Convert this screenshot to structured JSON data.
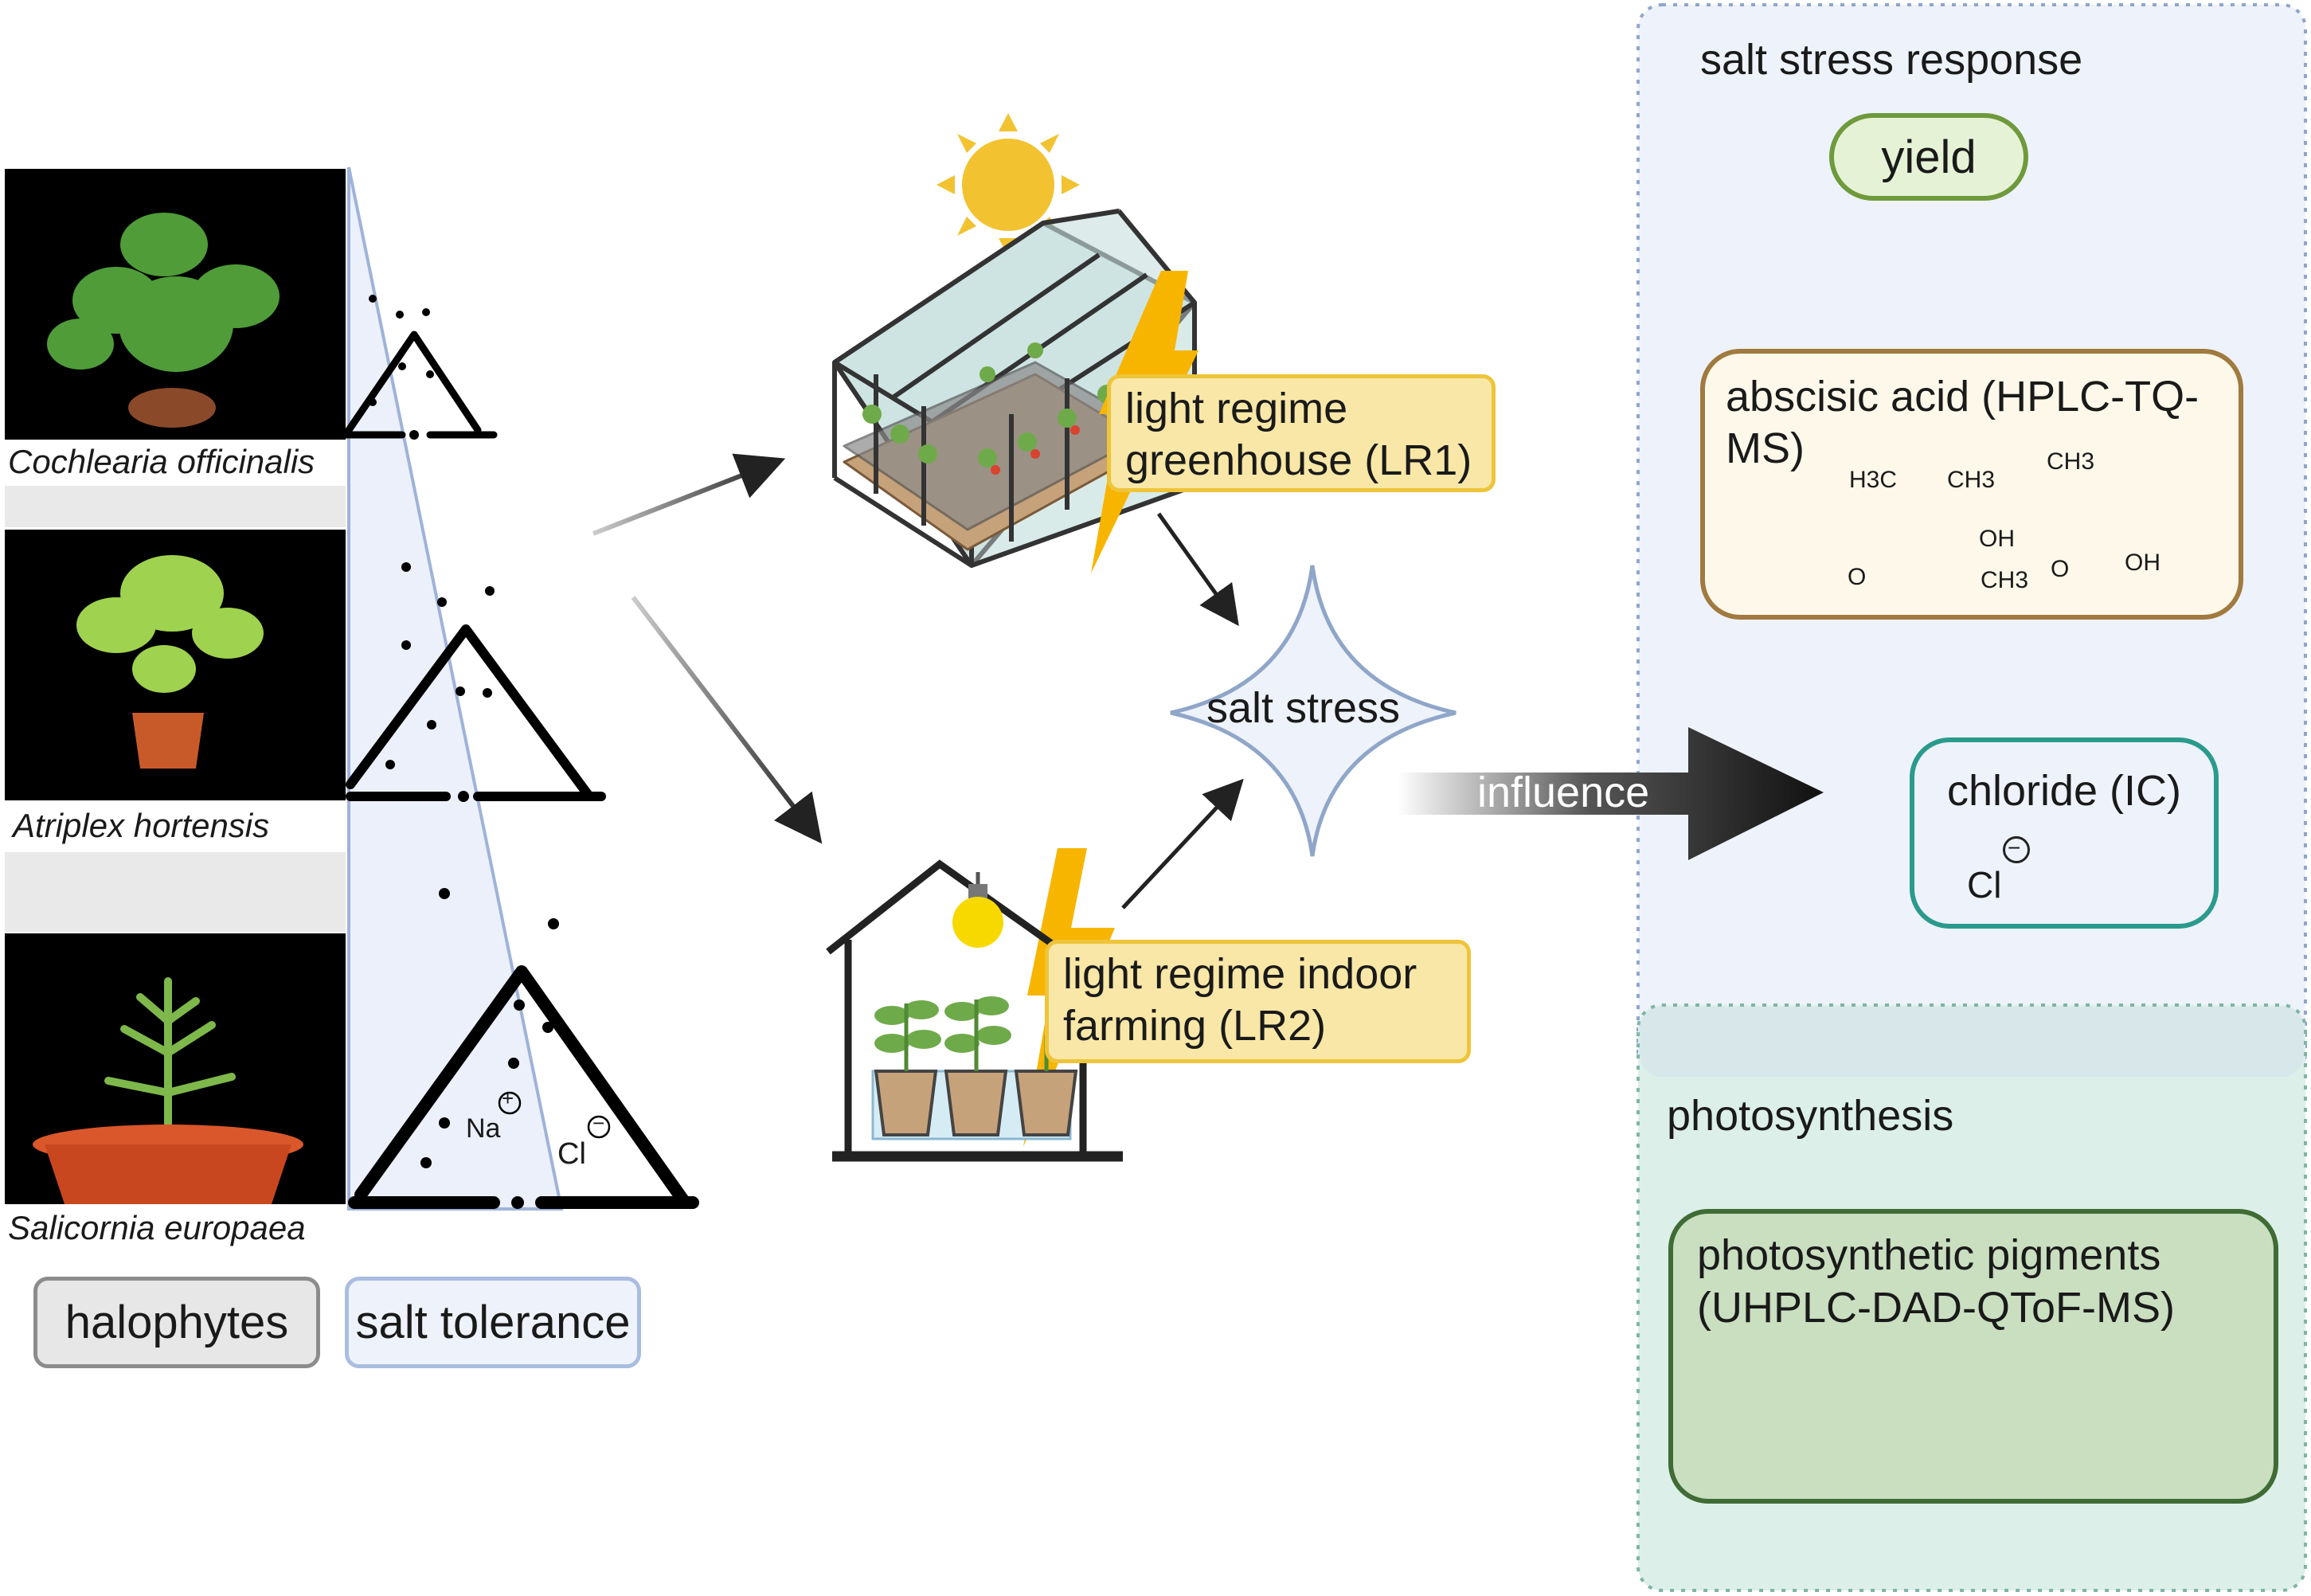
{
  "species": [
    "Cochlearia officinalis",
    "Atriplex hortensis",
    "Salicornia europaea"
  ],
  "legend": {
    "halophytes": "halophytes",
    "salt_tolerance": "salt tolerance"
  },
  "ions": {
    "na": "Na",
    "cl": "Cl",
    "plus": "+",
    "minus": "−"
  },
  "light_regimes": {
    "lr1": "light regime greenhouse (LR1)",
    "lr2": "light regime indoor farming (LR2)"
  },
  "stress": {
    "label": "salt stress",
    "arrow_label": "influence"
  },
  "response": {
    "title": "salt stress response",
    "yield": "yield",
    "aba": "abscisic acid (HPLC-TQ-MS)",
    "chloride": "chloride (IC)",
    "chloride_ion": "Cl"
  },
  "photosynthesis": {
    "title": "photosynthesis",
    "pigments": "photosynthetic pigments (UHPLC-DAD-QToF-MS)"
  },
  "aba_structure": {
    "h3c": "H3C",
    "ch3_top": "CH3",
    "ch3_right": "CH3",
    "ch3_ring": "CH3",
    "oh_ring": "OH",
    "oh_acid": "OH",
    "o_ketone": "O",
    "o_acid": "O"
  },
  "colors": {
    "response_bg": "#eef2fa",
    "response_border": "#8fa6c9",
    "photo_bg": "#dcefe9",
    "photo_border": "#7fb4a6",
    "yield_border": "#6e9a3c",
    "yield_bg": "#e6f2d6",
    "aba_border": "#a07a3e",
    "aba_bg": "#fdf8ea",
    "chloride_border": "#2a9a8c",
    "chloride_bg": "#eef2fa",
    "pigment_border": "#3f6b35",
    "pigment_bg": "#c9dfc0",
    "regime_bg": "#f8e7a6",
    "regime_border": "#eec43a",
    "sun": "#f2c230",
    "bolt": "#f7b500",
    "triangle_fill": "#ebf0fb",
    "triangle_edge": "#9fb3d8"
  }
}
